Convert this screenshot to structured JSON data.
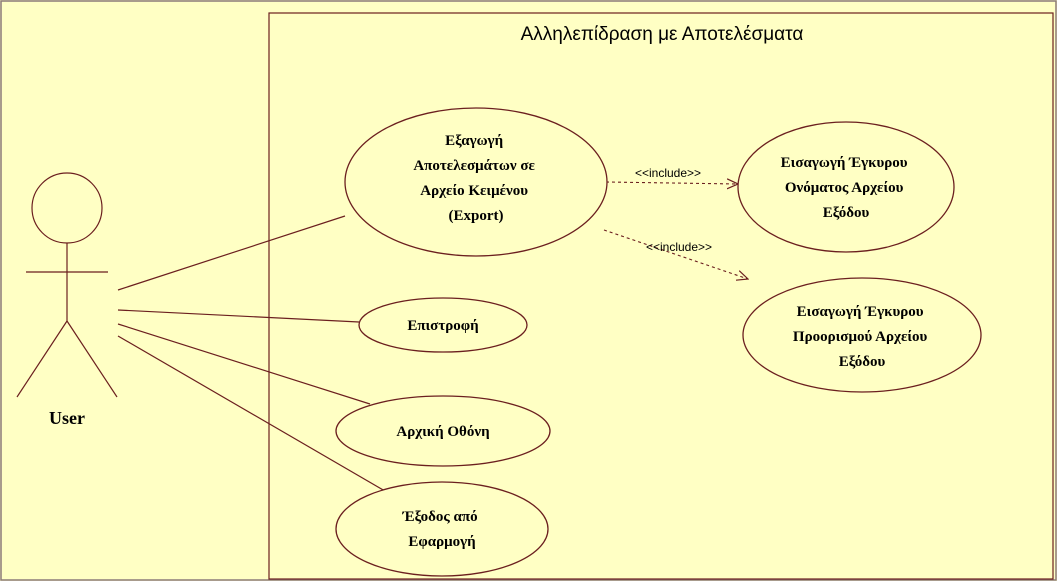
{
  "colors": {
    "background": "#ffffc4",
    "stroke": "#6b1f1f",
    "frame": "#8b7a7a"
  },
  "boundary": {
    "title": "Αλληλεπίδραση με Αποτελέσματα"
  },
  "actor": {
    "name": "User"
  },
  "use_cases": {
    "export": [
      "Εξαγωγή",
      "Αποτελεσμάτων σε",
      "Αρχείο Κειμένου",
      "(Export)"
    ],
    "valid_name": [
      "Εισαγωγή Έγκυρου",
      "Ονόματος Αρχείου",
      "Εξόδου"
    ],
    "valid_dest": [
      "Εισαγωγή Έγκυρου",
      "Προορισμού Αρχείου",
      "Εξόδου"
    ],
    "return": [
      "Επιστροφή"
    ],
    "home": [
      "Αρχική Οθόνη"
    ],
    "exit": [
      "Έξοδος από",
      "Εφαρμογή"
    ]
  },
  "relations": {
    "include_1": "<<include>>",
    "include_2": "<<include>>"
  }
}
